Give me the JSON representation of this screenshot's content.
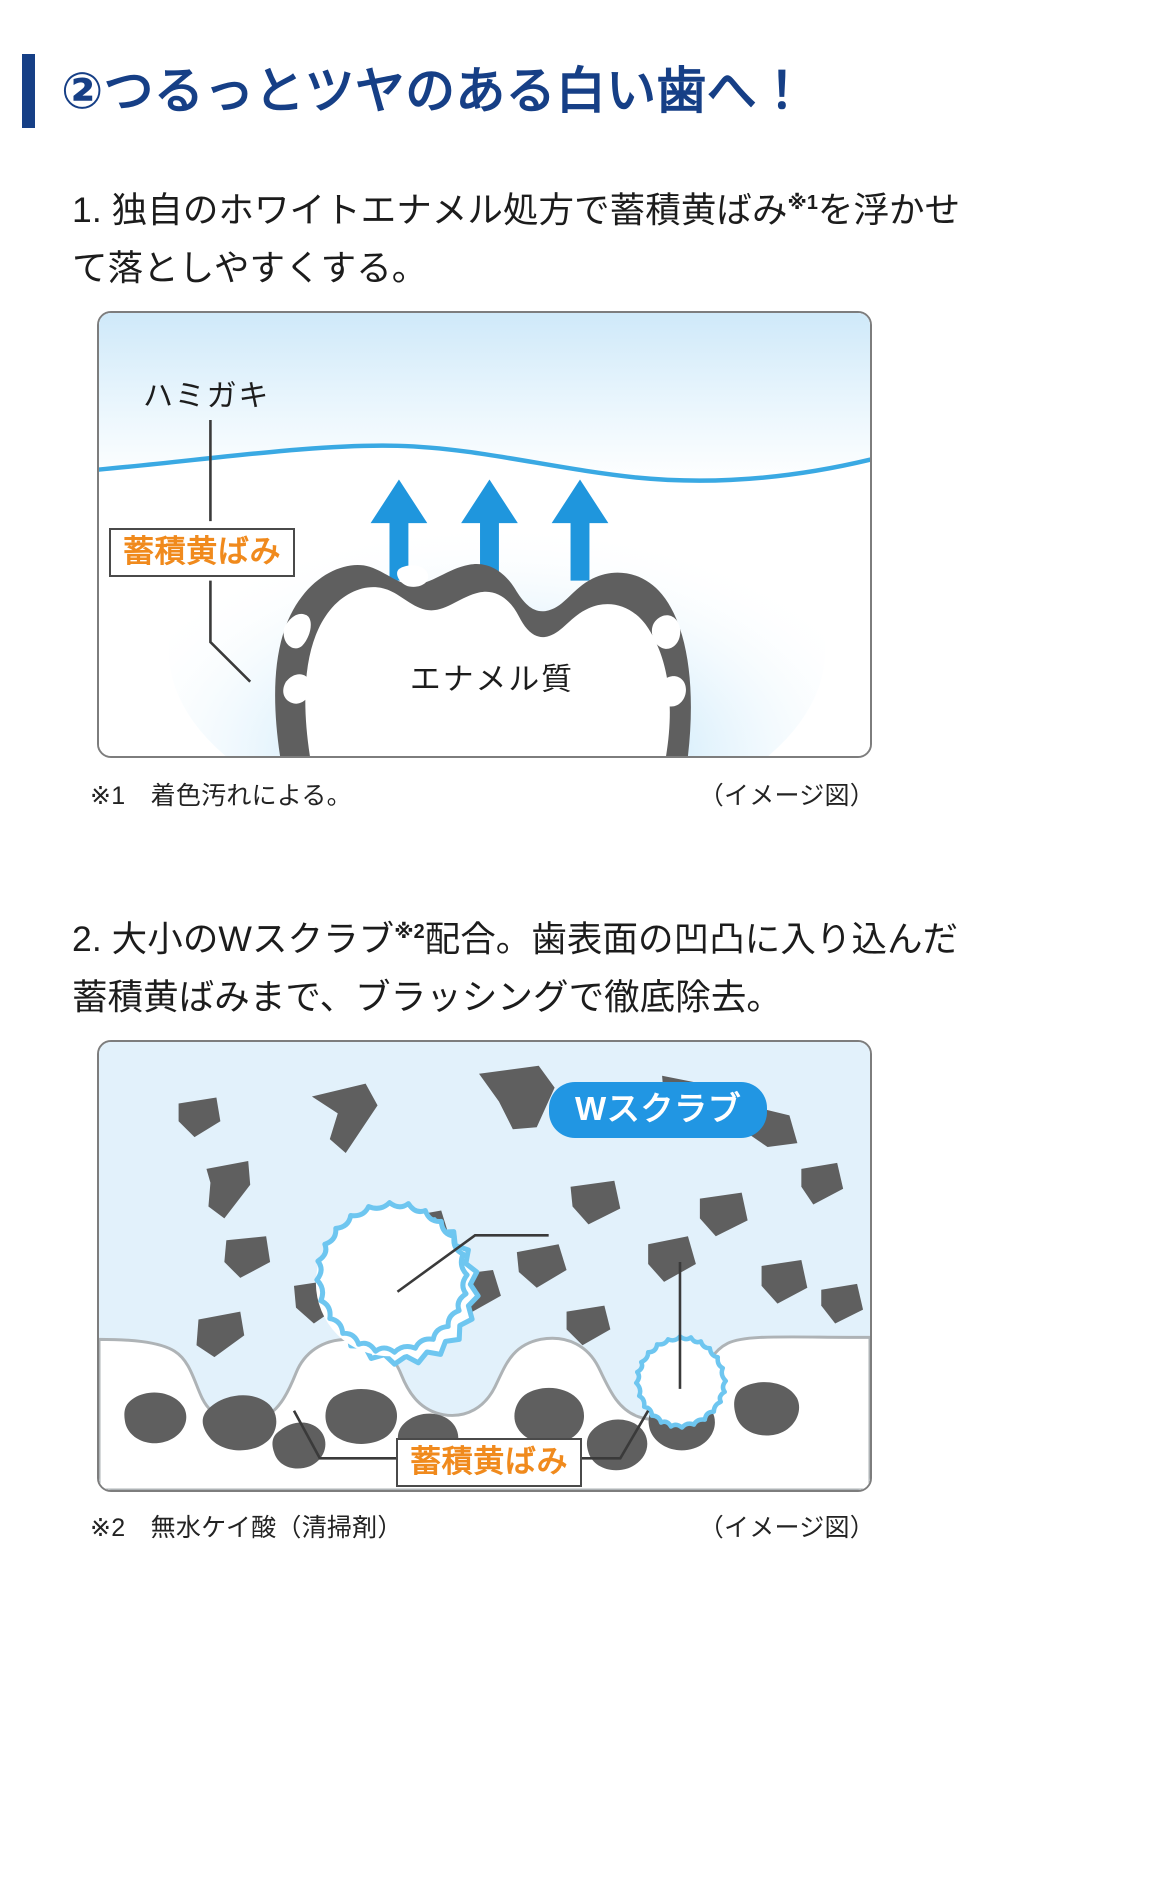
{
  "header": {
    "title": "②つるっとツヤのある白い歯へ！",
    "accent_color": "#163f86"
  },
  "sections": [
    {
      "number": "1.",
      "text_before_note": "1. 独自のホワイトエナメル処方で蓄積黄ばみ",
      "note_marker": "※1",
      "text_after_note": "を浮かせ",
      "text_line2": "て落としやすくする。",
      "panel_labels": {
        "toothpaste": "ハミガキ",
        "stain": "蓄積黄ばみ",
        "enamel": "エナメル質"
      },
      "caption_note": "※1　着色汚れによる。",
      "caption_image": "（イメージ図）"
    },
    {
      "number": "2.",
      "text_before_note": "2. 大小のWスクラブ",
      "note_marker": "※2",
      "text_after_note": "配合。歯表面の凹凸に入り込んだ",
      "text_line2": "蓄積黄ばみまで、ブラッシングで徹底除去。",
      "panel_labels": {
        "scrub": "Wスクラブ",
        "stain": "蓄積黄ばみ"
      },
      "caption_note": "※2　無水ケイ酸（清掃剤）",
      "caption_image": "（イメージ図）"
    }
  ],
  "colors": {
    "navy": "#163f86",
    "arrow_blue": "#1f96dd",
    "pill_blue": "#2196e3",
    "scrub_edge_blue": "#6ec6f0",
    "panel2_fill": "#e2f1fb",
    "plaque_gray": "#5f5f5f",
    "stain_orange": "#f08a1d",
    "panel_border": "#7d7d7d",
    "text": "#1c1c1c"
  }
}
